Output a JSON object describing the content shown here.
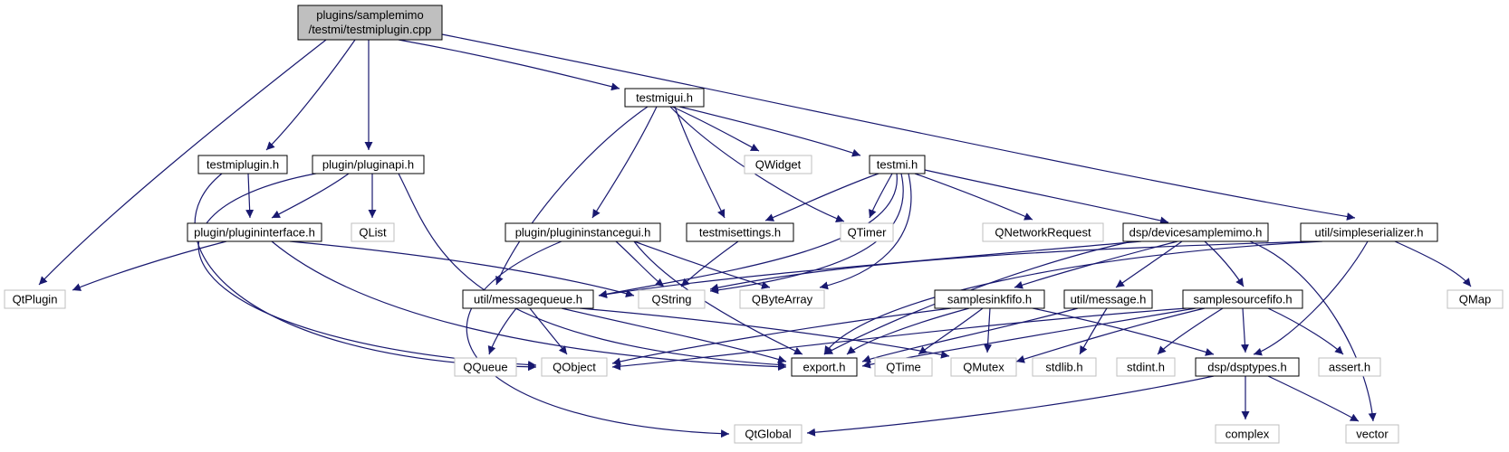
{
  "diagram": {
    "colors": {
      "edge": "#191970",
      "root_fill": "#bfbfbf",
      "root_border": "#000000",
      "internal_border": "#000000",
      "external_border": "#bfbfbf",
      "text": "#000000"
    },
    "nodes": {
      "root": "plugins/samplemimo\n/testmi/testmiplugin.cpp",
      "testmigui": "testmigui.h",
      "testmiplugin": "testmiplugin.h",
      "pluginapi": "plugin/pluginapi.h",
      "qwidget": "QWidget",
      "testmi": "testmi.h",
      "plugininterface": "plugin/plugininterface.h",
      "qlist": "QList",
      "plugininstancegui": "plugin/plugininstancegui.h",
      "testmisettings": "testmisettings.h",
      "qtimer": "QTimer",
      "qnetworkrequest": "QNetworkRequest",
      "devicesamplemimo": "dsp/devicesamplemimo.h",
      "simpleserializer": "util/simpleserializer.h",
      "qtplugin": "QtPlugin",
      "messagequeue": "util/messagequeue.h",
      "qstring": "QString",
      "qbytearray": "QByteArray",
      "samplesinkfifo": "samplesinkfifo.h",
      "message": "util/message.h",
      "samplesourcefifo": "samplesourcefifo.h",
      "qmap": "QMap",
      "qqueue": "QQueue",
      "qobject": "QObject",
      "export": "export.h",
      "qtime": "QTime",
      "qmutex": "QMutex",
      "stdlib": "stdlib.h",
      "stdint": "stdint.h",
      "dsptypes": "dsp/dsptypes.h",
      "assert": "assert.h",
      "qtglobal": "QtGlobal",
      "complex": "complex",
      "vector": "vector"
    }
  }
}
